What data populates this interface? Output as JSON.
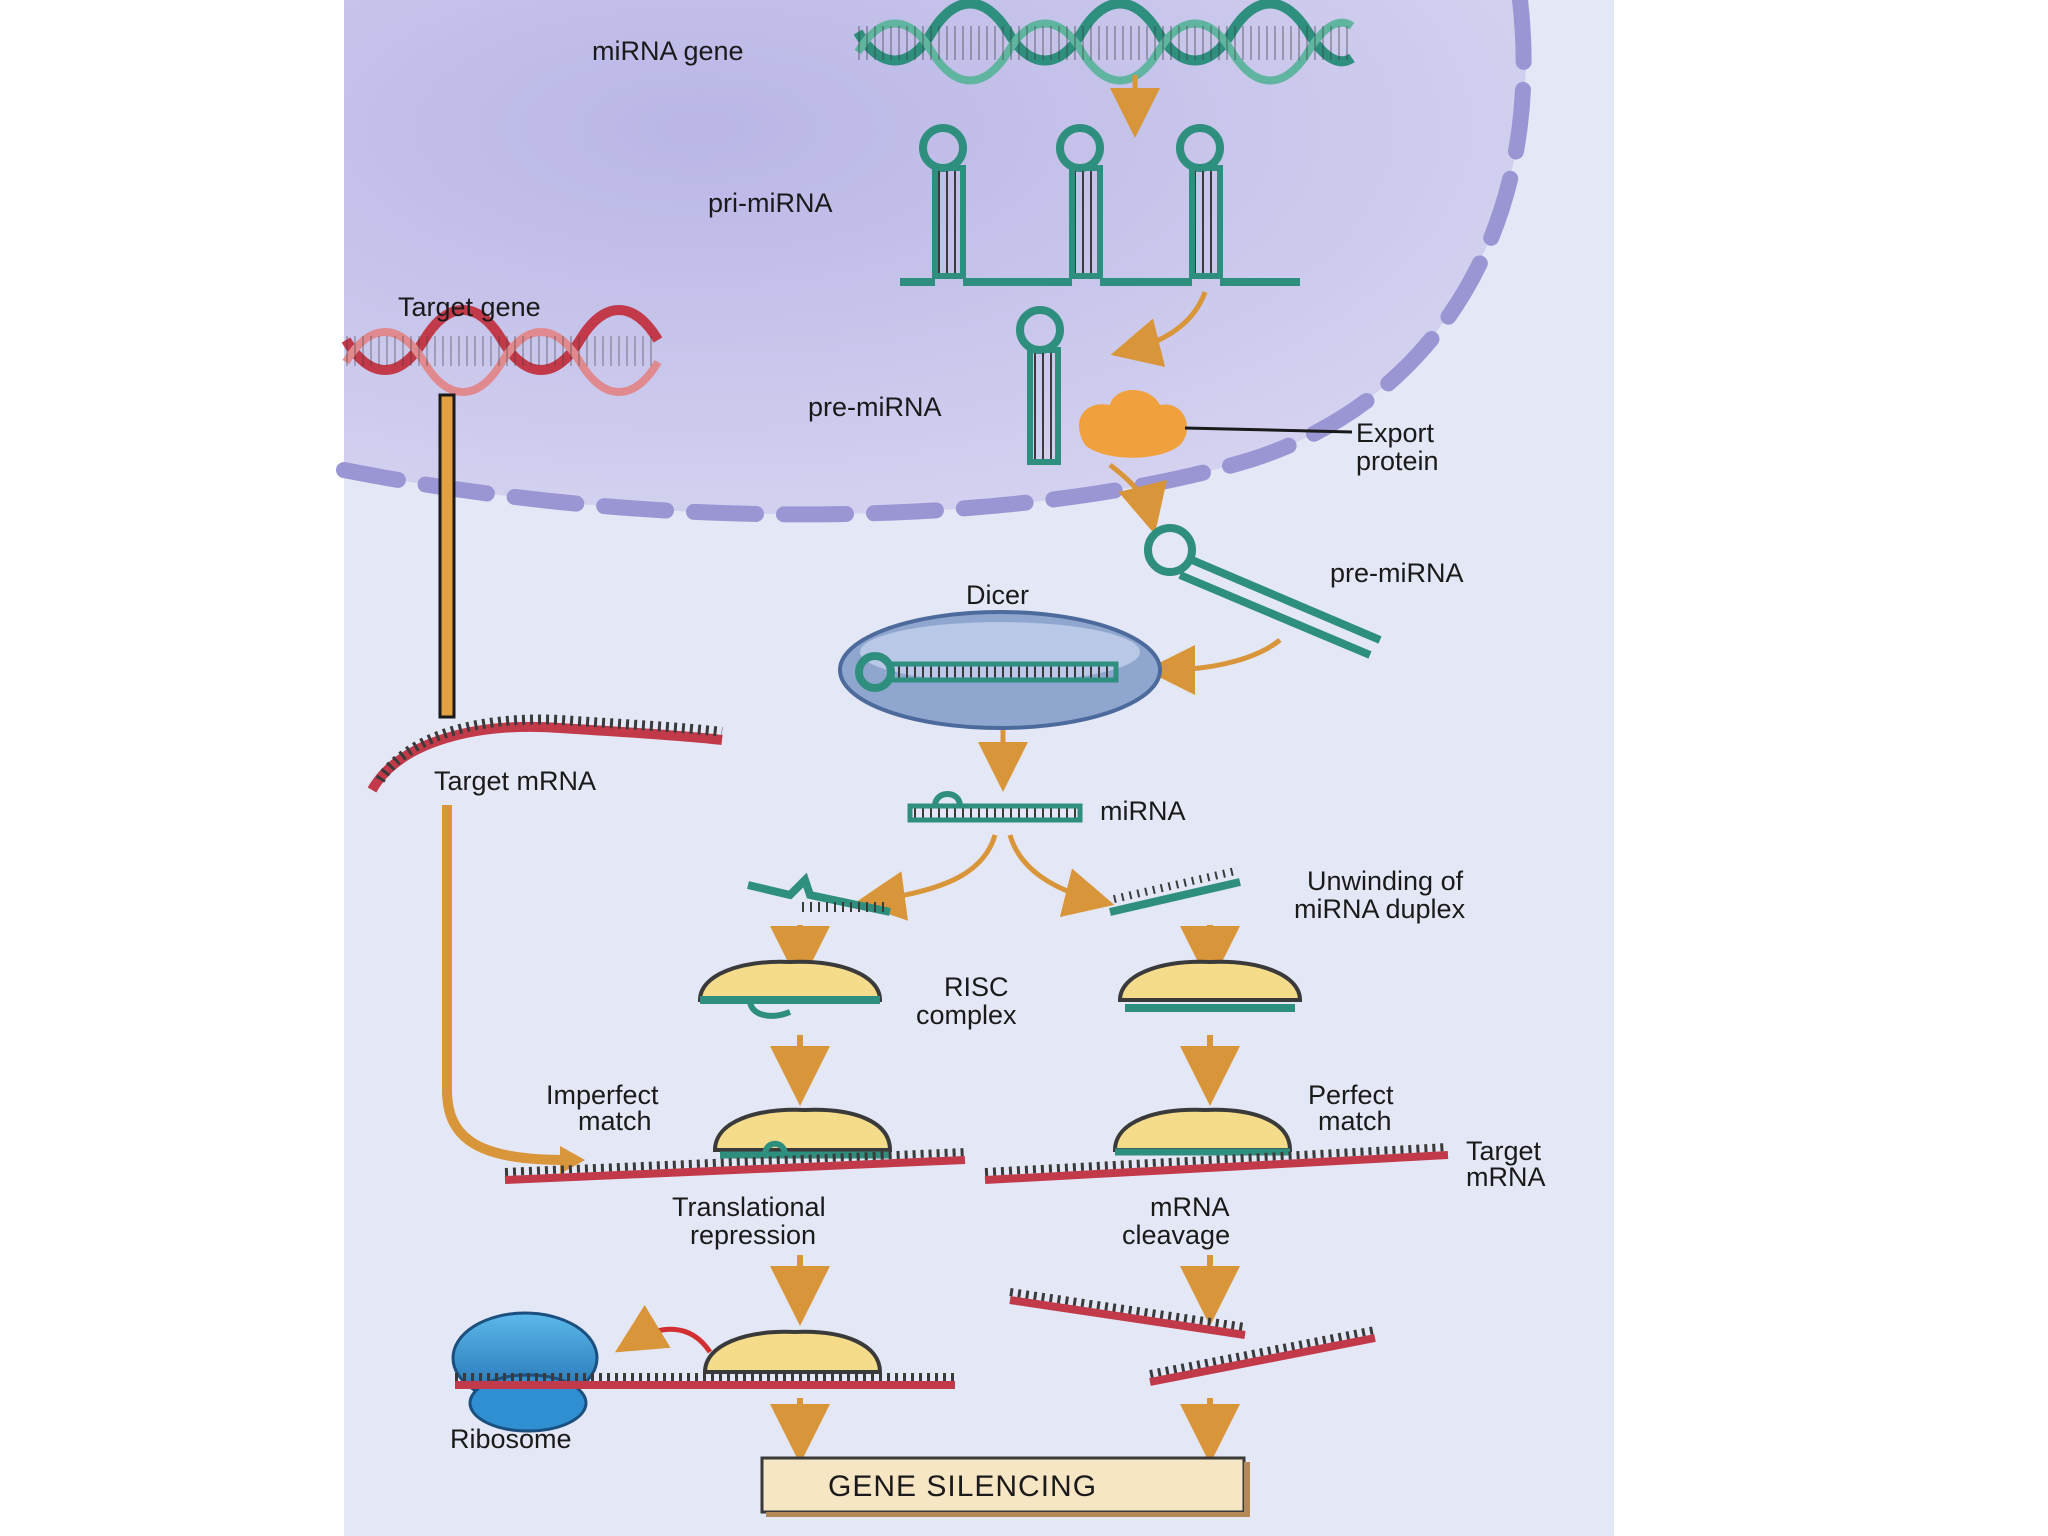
{
  "labels": {
    "mirna_gene": "miRNA gene",
    "pri_mirna": "pri-miRNA",
    "target_gene": "Target gene",
    "pre_mirna_nucleus": "pre-miRNA",
    "export_protein_1": "Export",
    "export_protein_2": "protein",
    "pre_mirna_cytoplasm": "pre-miRNA",
    "dicer": "Dicer",
    "target_mrna_left": "Target mRNA",
    "mirna": "miRNA",
    "unwinding_1": "Unwinding of",
    "unwinding_2": "miRNA duplex",
    "risc_1": "RISC",
    "risc_2": "complex",
    "imperfect_1": "Imperfect",
    "imperfect_2": "match",
    "perfect_1": "Perfect",
    "perfect_2": "match",
    "target_mrna_right_1": "Target",
    "target_mrna_right_2": "mRNA",
    "translational_1": "Translational",
    "translational_2": "repression",
    "cleavage_1": "mRNA",
    "cleavage_2": "cleavage",
    "ribosome": "Ribosome",
    "gene_silencing": "GENE SILENCING"
  },
  "colors": {
    "panel": "#e4e7f6",
    "nucleus": "#c9c7ea",
    "envelope": "#9a96d4",
    "mirna_strand": "#2f8f7e",
    "target_strand": "#c23a4a",
    "arrow": "#d9953a",
    "risc": "#f5dc8a",
    "dicer": "#8fa7cf",
    "export_protein": "#f0a03c",
    "ribosome": "#2f8fd0",
    "silencing_box": "#f7e6c4"
  }
}
